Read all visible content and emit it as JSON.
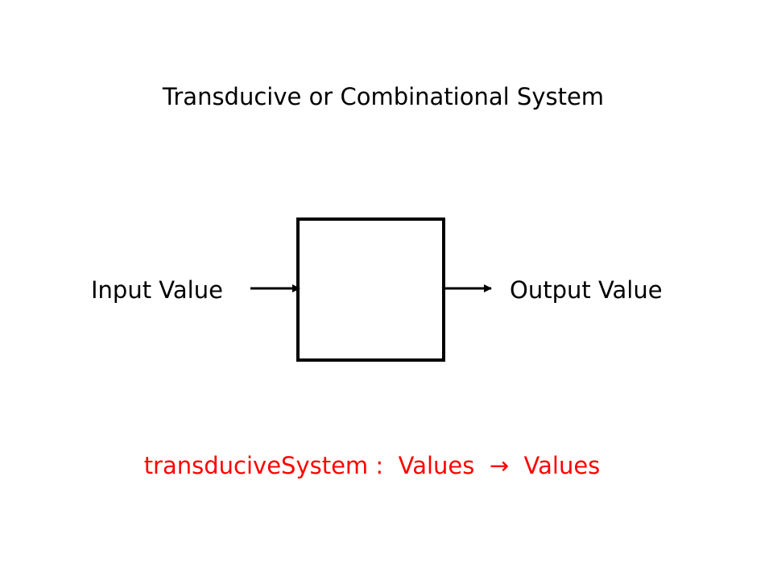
{
  "title": "Transducive or Combinational System",
  "input_label": "Input Value",
  "output_label": "Output Value",
  "formula": {
    "function_name": "transduciveSystem :",
    "domain": "Values",
    "arrow": "→",
    "codomain": "Values",
    "color": "#ff0000"
  },
  "colors": {
    "text": "#000000",
    "accent": "#ff0000",
    "background": "#ffffff"
  }
}
